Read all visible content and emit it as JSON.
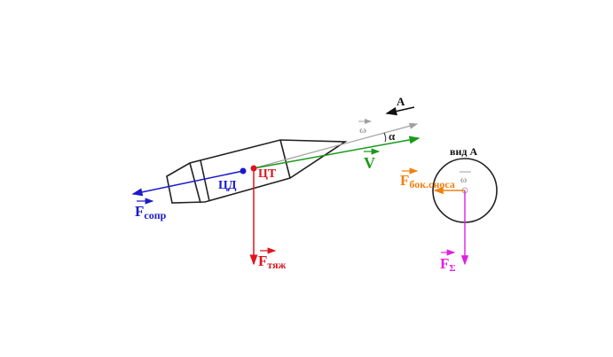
{
  "labels": {
    "f_drag": "F",
    "f_drag_sub": "сопр",
    "cd": "ЦД",
    "ct": "ЦТ",
    "f_grav": "F",
    "f_grav_sub": "тяж",
    "v": "V",
    "alpha": "α",
    "omega": "ω",
    "view_arrow": "A",
    "view_label": "вид А",
    "f_side": "F",
    "f_side_sub": "бок.сноса",
    "omega2": "ω",
    "f_sum": "F",
    "f_sum_sub": "Σ"
  },
  "colors": {
    "drag": "#1a1acc",
    "gravity": "#e0141e",
    "velocity": "#1a9a1a",
    "axis": "#a0a0a0",
    "side": "#f08010",
    "sum": "#e020e0",
    "outline": "#222222"
  }
}
